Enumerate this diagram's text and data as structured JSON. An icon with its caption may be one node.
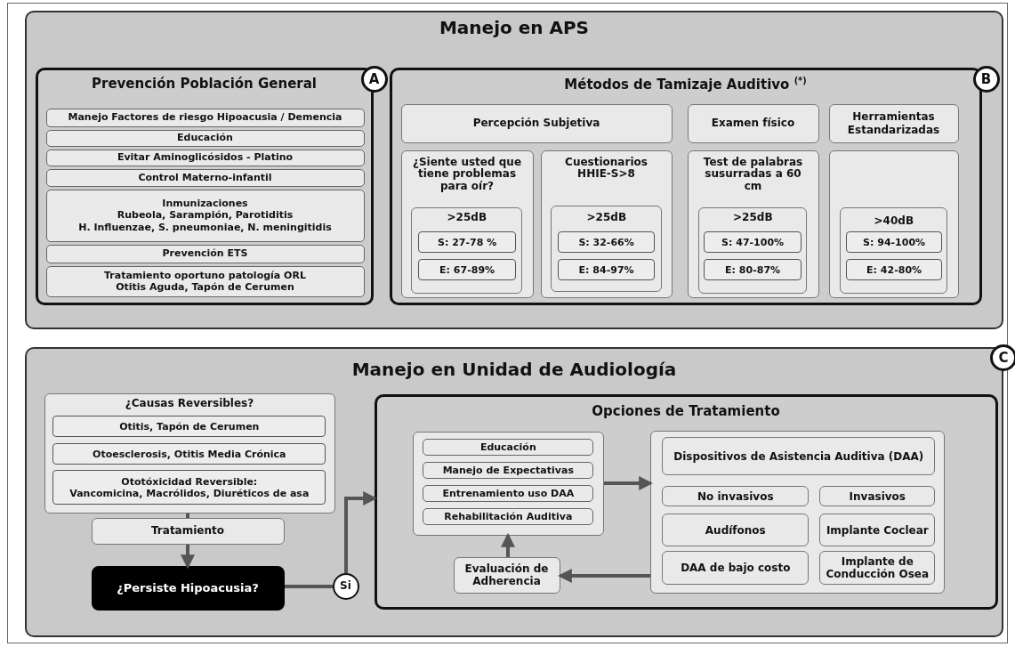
{
  "diagram": {
    "nodes": [
      {
        "text": [
          "Manejo en APS"
        ]
      },
      {
        "text": [
          "Prevención Población General"
        ],
        "in": 0
      },
      {
        "text": [
          "Manejo Factores de riesgo Hipoacusia / Demencia"
        ],
        "in": 1
      },
      {
        "text": [
          "Educación"
        ],
        "in": 1
      },
      {
        "text": [
          "Evitar Aminoglicósidos - Platino"
        ],
        "in": 1
      },
      {
        "text": [
          "Control Materno-infantil"
        ],
        "in": 1
      },
      {
        "text": [
          "Inmunizaciones",
          "Rubeola, Sarampión, Parotiditis",
          "H. Influenzae, S. pneumoniae, N. meningitidis"
        ],
        "in": 1
      },
      {
        "text": [
          "Prevención ETS"
        ],
        "in": 1
      },
      {
        "text": [
          "Tratamiento oportuno patología ORL",
          "Otitis Aguda, Tapón de Cerumen"
        ],
        "in": 1
      },
      {
        "text": [
          "A"
        ],
        "in": 0
      },
      {
        "text": [
          "Métodos de Tamizaje Auditivo $^{(*)}$"
        ],
        "in": 0
      },
      {
        "text": [
          "B"
        ],
        "in": 0
      },
      {
        "text": [
          "Percepción Subjetiva"
        ],
        "in": 10
      },
      {
        "text": [
          "Examen físico"
        ],
        "in": 10
      },
      {
        "text": [
          "Herramientas Estandarizadas"
        ],
        "in": 10
      },
      {
        "text": [
          "¿Siente usted que tiene problemas para oír?"
        ],
        "in": 10
      },
      {
        "text": [
          ">25dB"
        ],
        "in": 15
      },
      {
        "text": [
          "S: 27-78 %"
        ],
        "in": 16
      },
      {
        "text": [
          "E: 67-89%"
        ],
        "in": 16
      },
      {
        "text": [
          "Cuestionarios HHIE-S>8"
        ],
        "in": 10
      },
      {
        "text": [
          ">25dB"
        ],
        "in": 19
      },
      {
        "text": [
          "S: 32-66%"
        ],
        "in": 20
      },
      {
        "text": [
          "E: 84-97%"
        ],
        "in": 20
      },
      {
        "text": [
          "Test de palabras susurradas a 60 cm"
        ],
        "in": 10
      },
      {
        "text": [
          ">25dB"
        ],
        "in": 23
      },
      {
        "text": [
          "S: 47-100%"
        ],
        "in": 24
      },
      {
        "text": [
          "E: 80-87%"
        ],
        "in": 24
      },
      {
        "text": [],
        "shape": "box",
        "in": 10
      },
      {
        "text": [
          ">40dB"
        ],
        "in": 27
      },
      {
        "text": [
          "S: 94-100%"
        ],
        "in": 28
      },
      {
        "text": [
          "E: 42-80%"
        ],
        "in": 28
      },
      {
        "text": [
          "Manejo en Unidad de Audiología"
        ]
      },
      {
        "text": [
          "C"
        ]
      },
      {
        "text": [
          "¿Causas Reversibles?"
        ],
        "in": 31
      },
      {
        "text": [
          "Otitis, Tapón de Cerumen"
        ],
        "in": 33
      },
      {
        "text": [
          "Otoesclerosis, Otitis Media Crónica"
        ],
        "in": 33
      },
      {
        "text": [
          "Ototóxicidad Reversible:",
          "Vancomicina, Macrólidos, Diuréticos de asa"
        ],
        "in": 33
      },
      {
        "text": [
          "Tratamiento"
        ],
        "in": 31
      },
      {
        "text": [
          "¿Persiste Hipoacusia?"
        ],
        "in": 31
      },
      {
        "text": [
          "Si"
        ],
        "in": 31
      },
      {
        "text": [
          "Opciones de Tratamiento"
        ],
        "in": 31
      },
      {
        "text": [],
        "shape": "box",
        "in": 40
      },
      {
        "text": [
          "Educación"
        ],
        "in": 41
      },
      {
        "text": [
          "Manejo de Expectativas"
        ],
        "in": 41
      },
      {
        "text": [
          "Entrenamiento uso DAA"
        ],
        "in": 41
      },
      {
        "text": [
          "Rehabilitación Auditiva"
        ],
        "in": 41
      },
      {
        "text": [
          "Evaluación de Adherencia"
        ],
        "in": 40
      },
      {
        "text": [],
        "shape": "box",
        "in": 40
      },
      {
        "text": [
          "Dispositivos de Asistencia Auditiva (DAA)"
        ],
        "in": 47
      },
      {
        "text": [
          "No invasivos"
        ],
        "in": 47
      },
      {
        "text": [
          "Invasivos"
        ],
        "in": 47
      },
      {
        "text": [
          "Audífonos"
        ],
        "in": 47
      },
      {
        "text": [
          "Implante Coclear"
        ],
        "in": 47
      },
      {
        "text": [
          "DAA de bajo costo"
        ],
        "in": 47
      },
      {
        "text": [
          "Implante de Conducción Osea"
        ],
        "in": 47
      }
    ],
    "edges": [
      {
        "from": 33,
        "to": 37,
        "arrow": "none"
      },
      {
        "from": 37,
        "to": 38,
        "arrow": "to"
      },
      {
        "from": 38,
        "to": 39,
        "arrow": "none"
      },
      {
        "from": 39,
        "to": 40,
        "arrow": "to"
      },
      {
        "from": 41,
        "to": 47,
        "arrow": "to"
      },
      {
        "from": 47,
        "to": 46,
        "arrow": "to"
      },
      {
        "from": 46,
        "to": 41,
        "arrow": "to"
      }
    ]
  }
}
